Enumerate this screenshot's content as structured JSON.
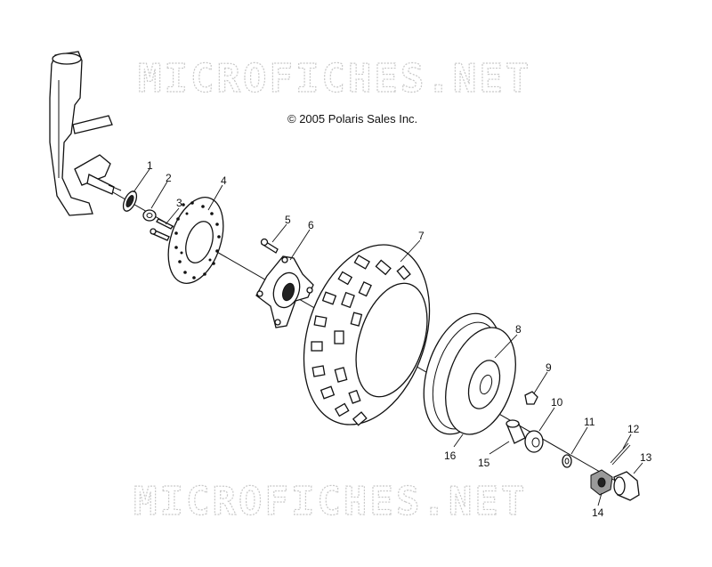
{
  "diagram": {
    "watermark_top": "MICROFICHES.NET",
    "watermark_bottom": "MICROFICHES.NET",
    "copyright": "© 2005 Polaris Sales Inc.",
    "callouts": [
      {
        "id": "1",
        "label": "1"
      },
      {
        "id": "2",
        "label": "2"
      },
      {
        "id": "3",
        "label": "3"
      },
      {
        "id": "4",
        "label": "4"
      },
      {
        "id": "5",
        "label": "5"
      },
      {
        "id": "6",
        "label": "6"
      },
      {
        "id": "7",
        "label": "7"
      },
      {
        "id": "8",
        "label": "8"
      },
      {
        "id": "9",
        "label": "9"
      },
      {
        "id": "10",
        "label": "10"
      },
      {
        "id": "11",
        "label": "11"
      },
      {
        "id": "12",
        "label": "12"
      },
      {
        "id": "13",
        "label": "13"
      },
      {
        "id": "14",
        "label": "14"
      },
      {
        "id": "15",
        "label": "15"
      },
      {
        "id": "16",
        "label": "16"
      }
    ]
  }
}
